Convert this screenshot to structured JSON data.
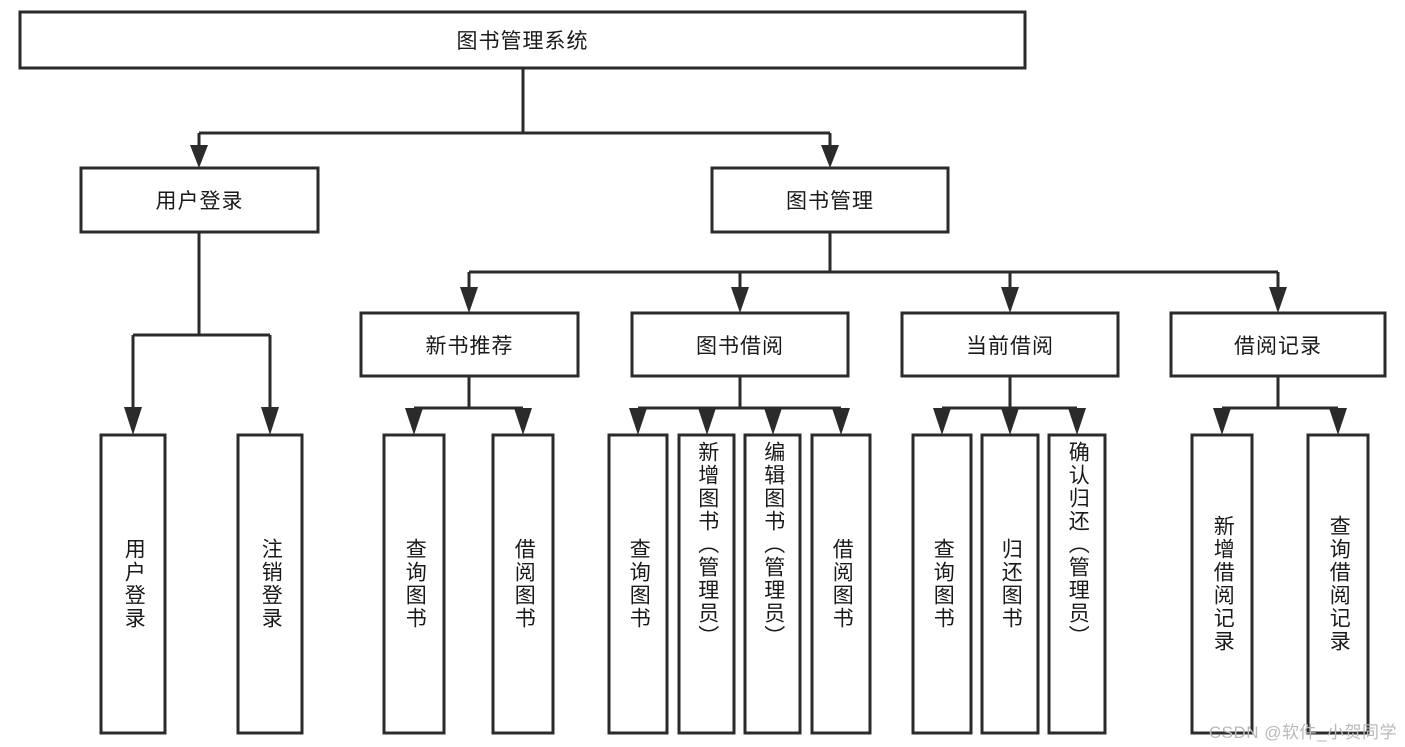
{
  "diagram": {
    "type": "tree-hierarchy",
    "title": "图书管理系统",
    "watermark": "CSDN @软件_小贺同学",
    "colors": {
      "stroke": "#2b2b2b",
      "box_fill": "#ffffff",
      "text": "#1a1a1a",
      "background": "#ffffff",
      "watermark": "#b9b9b9"
    },
    "levels": [
      {
        "level": 1,
        "nodes": [
          {
            "id": "root",
            "label": "图书管理系统",
            "orientation": "horizontal"
          }
        ]
      },
      {
        "level": 2,
        "nodes": [
          {
            "id": "login",
            "label": "用户登录",
            "orientation": "horizontal",
            "parent": "root"
          },
          {
            "id": "bookmgmt",
            "label": "图书管理",
            "orientation": "horizontal",
            "parent": "root"
          }
        ]
      },
      {
        "level": 3,
        "nodes": [
          {
            "id": "newbook",
            "label": "新书推荐",
            "orientation": "horizontal",
            "parent": "bookmgmt"
          },
          {
            "id": "borrow",
            "label": "图书借阅",
            "orientation": "horizontal",
            "parent": "bookmgmt"
          },
          {
            "id": "current",
            "label": "当前借阅",
            "orientation": "horizontal",
            "parent": "bookmgmt"
          },
          {
            "id": "records",
            "label": "借阅记录",
            "orientation": "horizontal",
            "parent": "bookmgmt"
          }
        ]
      },
      {
        "level": 4,
        "nodes": [
          {
            "id": "leaf-1",
            "label": "用户登录",
            "orientation": "vertical",
            "parent": "login"
          },
          {
            "id": "leaf-2",
            "label": "注销登录",
            "orientation": "vertical",
            "parent": "login"
          },
          {
            "id": "leaf-3",
            "label": "查询图书",
            "orientation": "vertical",
            "parent": "newbook"
          },
          {
            "id": "leaf-4",
            "label": "借阅图书",
            "orientation": "vertical",
            "parent": "newbook"
          },
          {
            "id": "leaf-5",
            "label": "查询图书",
            "orientation": "vertical",
            "parent": "borrow"
          },
          {
            "id": "leaf-6",
            "label": "新增图书（管理员）",
            "orientation": "vertical",
            "parent": "borrow"
          },
          {
            "id": "leaf-7",
            "label": "编辑图书（管理员）",
            "orientation": "vertical",
            "parent": "borrow"
          },
          {
            "id": "leaf-8",
            "label": "借阅图书",
            "orientation": "vertical",
            "parent": "borrow"
          },
          {
            "id": "leaf-9",
            "label": "查询图书",
            "orientation": "vertical",
            "parent": "current"
          },
          {
            "id": "leaf-10",
            "label": "归还图书",
            "orientation": "vertical",
            "parent": "current"
          },
          {
            "id": "leaf-11",
            "label": "确认归还（管理员）",
            "orientation": "vertical",
            "parent": "current"
          },
          {
            "id": "leaf-12",
            "label": "新增借阅记录",
            "orientation": "vertical",
            "parent": "records"
          },
          {
            "id": "leaf-13",
            "label": "查询借阅记录",
            "orientation": "vertical",
            "parent": "records"
          }
        ]
      }
    ]
  }
}
